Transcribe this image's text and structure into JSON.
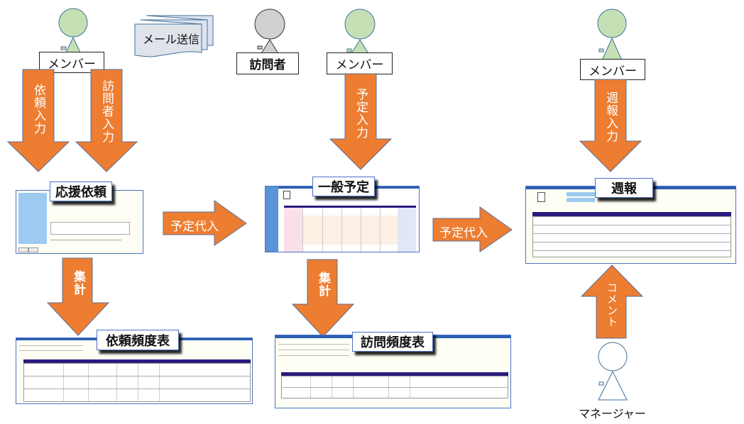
{
  "actors": {
    "member_left": "メンバー",
    "visitor": "訪問者",
    "member_center": "メンバー",
    "member_right": "メンバー",
    "manager": "マネージャー"
  },
  "mail": {
    "label": "メール送信"
  },
  "arrows": {
    "request_input": "依頼入力",
    "visitor_input": "訪問者入力",
    "schedule_input": "予定入力",
    "weekly_input": "週報入力",
    "assign_1": "予定代入",
    "assign_2": "予定代入",
    "aggregate_1": "集計",
    "aggregate_2": "集計",
    "comment": "コメント"
  },
  "screens": {
    "support_request": {
      "title": "応援依頼"
    },
    "general_schedule": {
      "title": "一般予定"
    },
    "weekly_report": {
      "title": "週報"
    },
    "request_frequency": {
      "title": "依頼頻度表"
    },
    "visit_frequency": {
      "title": "訪問頻度表"
    }
  },
  "colors": {
    "arrow_fill": "#ed7d31",
    "arrow_stroke": "#5a6f9c",
    "member_fill": "#c5e0b4",
    "visitor_fill": "#d0d0d0",
    "actor_stroke": "#41719c",
    "table_header": "#2b1a7e"
  }
}
